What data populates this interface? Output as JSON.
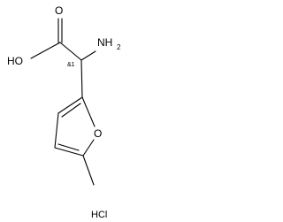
{
  "molecule": {
    "atoms": {
      "hydroxyl": "HO",
      "carbonyl_oxygen": "O",
      "amine": "NH",
      "amine_subscript": "2",
      "ring_oxygen": "O"
    },
    "stereo_label": "&1",
    "salt": "HCl"
  }
}
